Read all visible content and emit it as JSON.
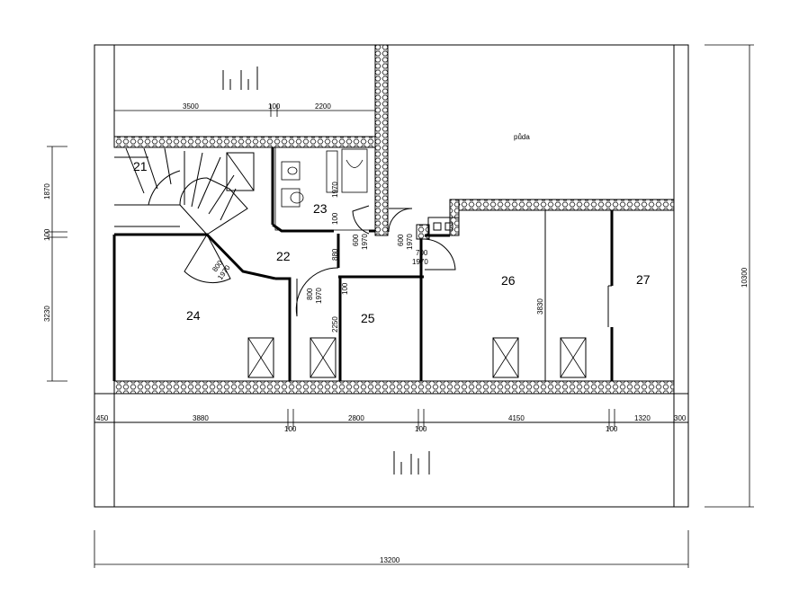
{
  "rooms": {
    "r21": "21",
    "r22": "22",
    "r23": "23",
    "r24": "24",
    "r25": "25",
    "r26": "26",
    "r27": "27",
    "attic": "půda"
  },
  "dimensions": {
    "top_3500": "3500",
    "top_100": "100",
    "top_2200": "2200",
    "bot_450": "450",
    "bot_3880": "3880",
    "bot_100a": "100",
    "bot_2800": "2800",
    "bot_100b": "100",
    "bot_4150": "4150",
    "bot_100c": "100",
    "bot_1320": "1320",
    "bot_300": "300",
    "overall_width": "13200",
    "overall_height": "10300",
    "left_1870": "1870",
    "left_100": "100",
    "left_3230": "3230",
    "h_3830": "3830",
    "h_2250": "2250",
    "h_100_r25": "100",
    "h_880": "880",
    "h_100_c": "100",
    "h_1970_23": "1970"
  },
  "doors": {
    "d24_w": "800",
    "d24_h": "1970",
    "d25_w": "800",
    "d25_h": "1970",
    "d23_w": "600",
    "d23_h": "1970",
    "d_ch_w": "600",
    "d_ch_h": "1970",
    "d26_w": "700",
    "d26_h": "1970"
  }
}
